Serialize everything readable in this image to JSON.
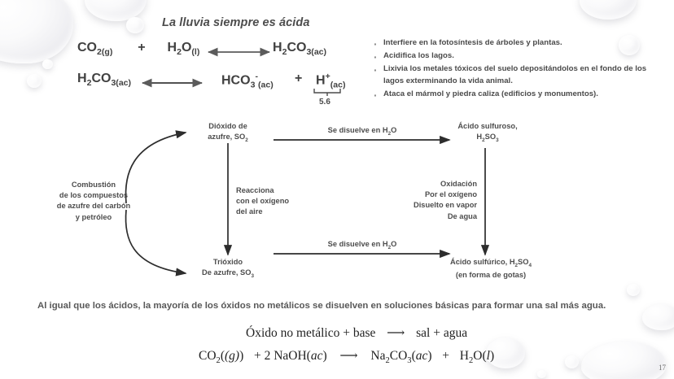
{
  "slide": {
    "title": "La lluvia siempre es ácida",
    "page_number": "17",
    "accent_color": "#4a4a4a",
    "background_color": "#ffffff"
  },
  "equations_top": {
    "row1": {
      "left": "CO2(g)  +  H2O(l)",
      "left_parts": [
        {
          "main": "CO",
          "sub": "2(g)"
        },
        {
          "op": "+"
        },
        {
          "main": "H",
          "sub": "2",
          "main2": "O",
          "sub2": "(l)"
        }
      ],
      "arrow": "double-headed-arrow",
      "right_parts": [
        {
          "main": "H",
          "sub": "2",
          "main2": "CO",
          "sub2": "3(ac)"
        }
      ]
    },
    "row2": {
      "left_parts": [
        {
          "main": "H",
          "sub": "2",
          "main2": "CO",
          "sub2": "3(ac)"
        }
      ],
      "arrow": "double-headed-arrow",
      "right_parts": [
        {
          "main": "HCO",
          "sub": "3",
          "sup": "-",
          "sub2": "(ac)"
        },
        {
          "op": "+"
        },
        {
          "main": "H",
          "sup": "+",
          "sub": "(ac)"
        }
      ],
      "brace_value": "5.6"
    },
    "text": {
      "co2": "CO",
      "co2_sub": "2(g)",
      "plus": "+",
      "h2o_h": "H",
      "h2o_2": "2",
      "h2o_o": "O",
      "h2o_state": "(l)",
      "h2co3_h": "H",
      "h2co3_2": "2",
      "h2co3_co": "CO",
      "h2co3_3ac": "3(ac)",
      "hco3_main": "HCO",
      "hco3_3": "3",
      "hco3_minus": "-",
      "hco3_ac": "(ac)",
      "h_main": "H",
      "h_plus": "+",
      "h_ac": "(ac)",
      "brace_label": "5.6"
    }
  },
  "effects": {
    "items": [
      "Interfiere en la fotosíntesis de árboles y plantas.",
      "Acidifica los lagos.",
      "Lixivia los metales tóxicos del suelo depositándolos en el fondo de los lagos exterminando la vida animal.",
      "Ataca el mármol y piedra caliza (edificios y monumentos)."
    ]
  },
  "diagram": {
    "source": {
      "line1": "Combustión",
      "line2": "de los compuestos",
      "line3": "de azufre del carbón",
      "line4": "y petróleo"
    },
    "so2": {
      "line1": "Dióxido de",
      "line2_a": "azufre, SO",
      "line2_sub": "2"
    },
    "so3": {
      "line1": "Trióxido",
      "line2_a": "De azufre, SO",
      "line2_sub": "3"
    },
    "h2so3": {
      "line1": "Ácido  sulfuroso,",
      "line2_a": "H",
      "line2_sub1": "2",
      "line2_b": "SO",
      "line2_sub2": "3"
    },
    "h2so4": {
      "line1_a": "Ácido  sulfúrico, H",
      "line1_sub1": "2",
      "line1_b": "SO",
      "line1_sub2": "4",
      "line2": "(en forma de gotas)"
    },
    "arrow_top_label": {
      "a": "Se disuelve en H",
      "sub": "2",
      "b": "O"
    },
    "arrow_bottom_label": {
      "a": "Se disuelve en H",
      "sub": "2",
      "b": "O"
    },
    "vertical_left_label": {
      "line1": "Reacciona",
      "line2": "con el oxígeno",
      "line3": "del aire"
    },
    "vertical_right_label": {
      "line1": "Oxidación",
      "line2": "Por el oxígeno",
      "line3": "Disuelto en vapor",
      "line4": "De agua"
    }
  },
  "bottom": {
    "paragraph": "Al igual que los ácidos, la mayoría de los óxidos no metálicos se disuelven en soluciones básicas para formar una sal más agua.",
    "equation_word": {
      "a": "Óxido no metálico  +  base",
      "arrow": "⟶",
      "b": "sal  +  agua"
    },
    "equation_chem": {
      "co2": "CO",
      "co2_sub": "2",
      "co2_state": "(g)",
      "plus1": "+  2 NaOH(",
      "naoh_state": "ac",
      "close1": ")",
      "arrow": "⟶",
      "na2co3_a": "Na",
      "na2co3_sub1": "2",
      "na2co3_b": "CO",
      "na2co3_sub2": "3",
      "na2co3_state": "(ac)",
      "plus2": "+",
      "h2o_a": "H",
      "h2o_sub": "2",
      "h2o_b": "O(",
      "h2o_state": "l",
      "h2o_close": ")"
    }
  }
}
